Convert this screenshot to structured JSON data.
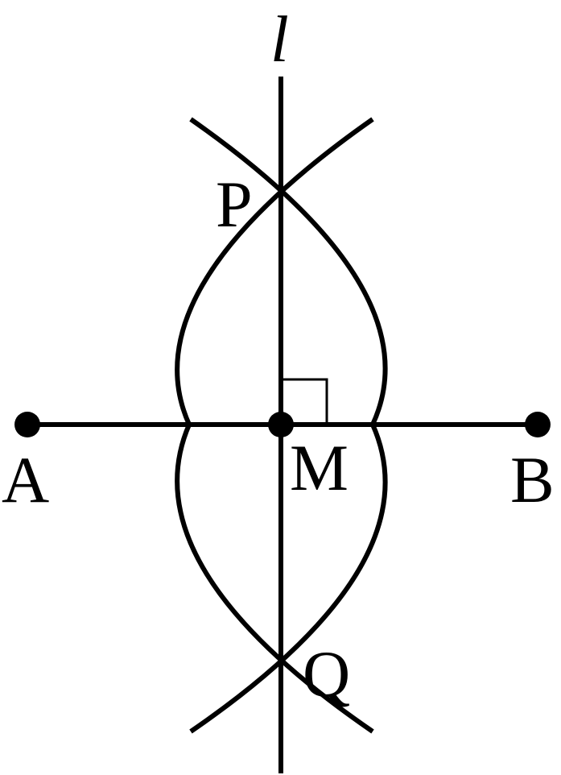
{
  "diagram": {
    "line_label": "l",
    "points": {
      "A": "A",
      "B": "B",
      "M": "M",
      "P": "P",
      "Q": "Q"
    },
    "colors": {
      "stroke": "#000000",
      "background": "#ffffff"
    }
  }
}
